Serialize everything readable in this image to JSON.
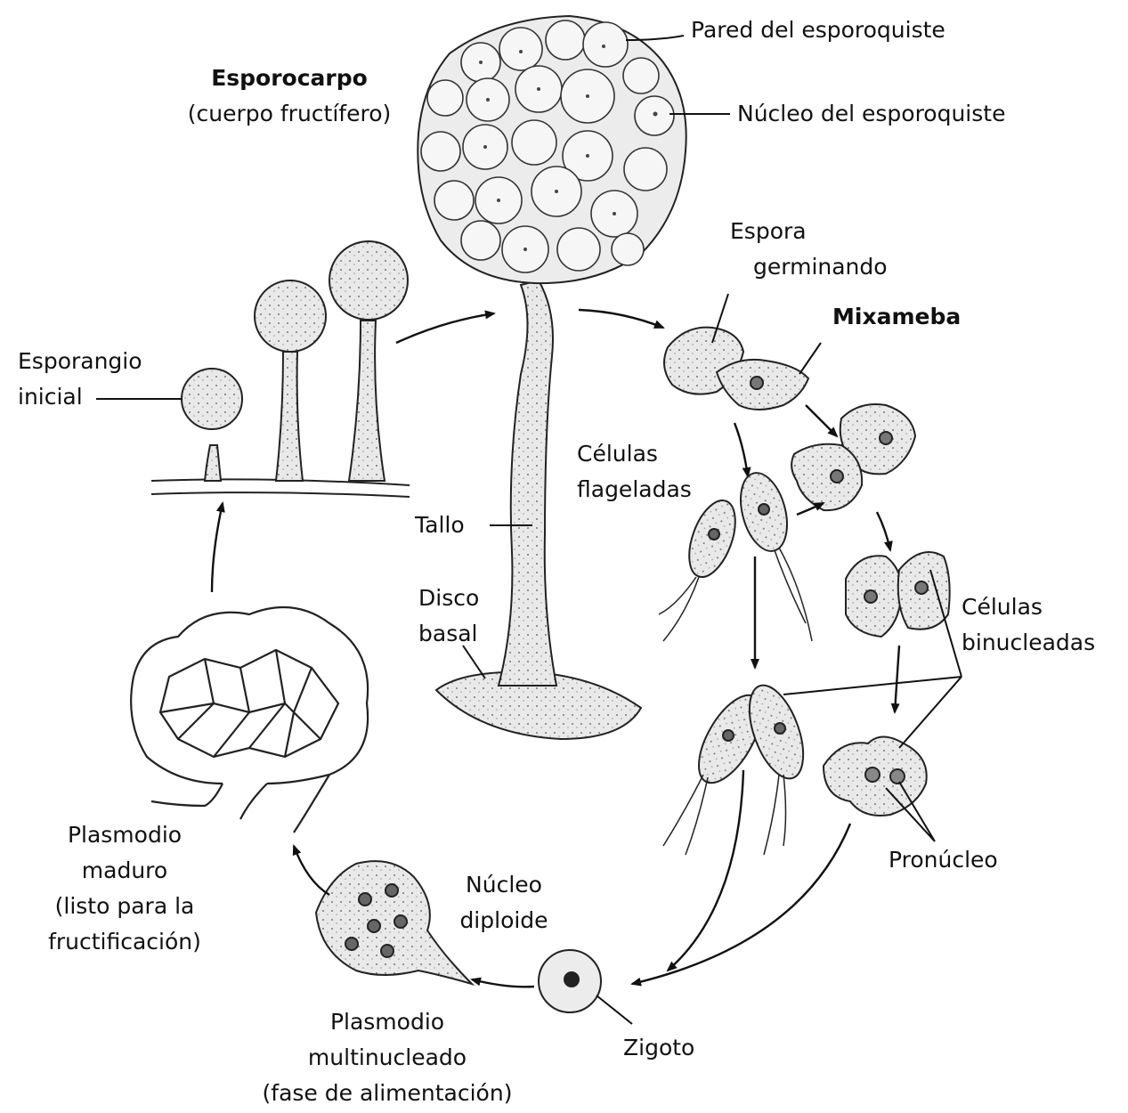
{
  "labels": {
    "pared": "Pared del esporoquiste",
    "nucleo_esporoquiste": "Núcleo del esporoquiste",
    "esporocarpo_title": "Esporocarpo",
    "esporocarpo_sub": "(cuerpo fructífero)",
    "espora_1": "Espora",
    "espora_2": "germinando",
    "mixameba": "Mixameba",
    "esporangio_1": "Esporangio",
    "esporangio_2": "inicial",
    "celulas_flag_1": "Células",
    "celulas_flag_2": "flageladas",
    "tallo": "Tallo",
    "disco_1": "Disco",
    "disco_2": "basal",
    "celulas_bin_1": "Células",
    "celulas_bin_2": "binucleadas",
    "plasmodio_maduro_1": "Plasmodio",
    "plasmodio_maduro_2": "maduro",
    "plasmodio_maduro_3": "(listo para la",
    "plasmodio_maduro_4": "fructificación)",
    "pronucleo": "Pronúcleo",
    "nucleo_diploide_1": "Núcleo",
    "nucleo_diploide_2": "diploide",
    "zigoto": "Zigoto",
    "plasmodio_multi_1": "Plasmodio",
    "plasmodio_multi_2": "multinucleado",
    "plasmodio_multi_3": "(fase de alimentación)"
  },
  "colors": {
    "ink": "#111111",
    "fill": "#e6e6e6"
  }
}
